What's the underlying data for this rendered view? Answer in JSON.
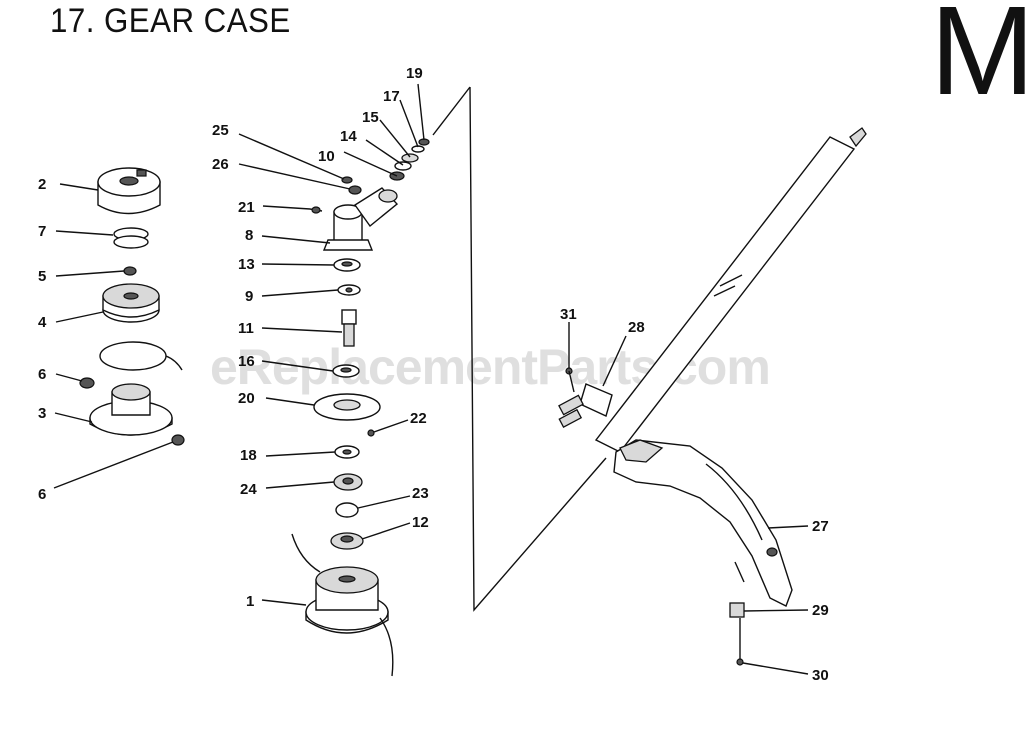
{
  "header": {
    "title": "17. GEAR CASE",
    "section_letter": "M"
  },
  "watermark": "eReplacementParts.com",
  "callouts": {
    "c1": "1",
    "c2": "2",
    "c3": "3",
    "c4": "4",
    "c5": "5",
    "c6a": "6",
    "c6b": "6",
    "c7": "7",
    "c8": "8",
    "c9": "9",
    "c10": "10",
    "c11": "11",
    "c12": "12",
    "c13": "13",
    "c14": "14",
    "c15": "15",
    "c16": "16",
    "c17": "17",
    "c18": "18",
    "c19": "19",
    "c20": "20",
    "c21": "21",
    "c22": "22",
    "c23": "23",
    "c24": "24",
    "c25": "25",
    "c26": "26",
    "c27": "27",
    "c28": "28",
    "c29": "29",
    "c30": "30",
    "c31": "31"
  }
}
